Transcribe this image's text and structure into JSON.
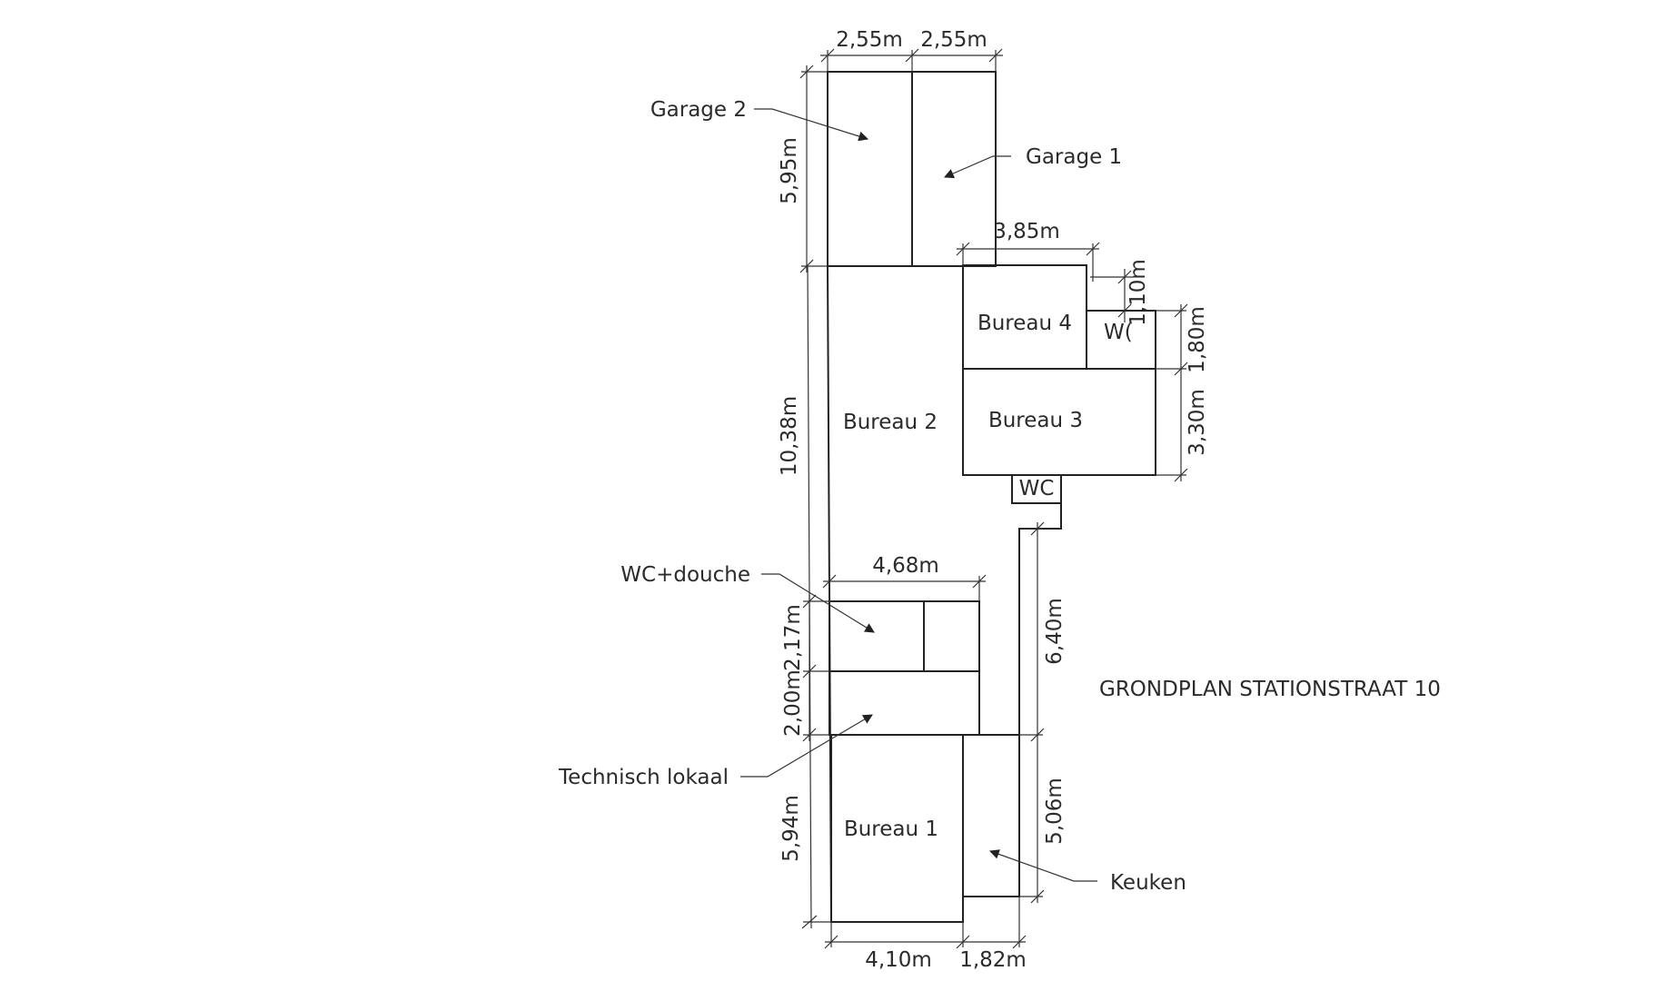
{
  "plan": {
    "title": "GRONDPLAN STATIONSTRAAT 10",
    "rooms": {
      "bureau_1": "Bureau 1",
      "bureau_2": "Bureau 2",
      "bureau_3": "Bureau 3",
      "bureau_4": "Bureau 4",
      "wc_small": "W(",
      "wc_lower": "WC"
    },
    "callouts": {
      "garage_2": "Garage 2",
      "garage_1": "Garage 1",
      "wc_douche": "WC+douche",
      "technisch_lokaal": "Technisch lokaal",
      "keuken": "Keuken"
    },
    "dimensions": {
      "garage_2_width": "2,55m",
      "garage_1_width": "2,55m",
      "garage_depth": "5,95m",
      "bureau_4_width": "3,85m",
      "wc_depth": "1,10m",
      "bureau_4_depth": "1,80m",
      "bureau_3_depth": "3,30m",
      "bureau_2_depth": "10,38m",
      "wc_douche_width": "4,68m",
      "wc_douche_depth": "2,17m",
      "technisch_depth": "2,00m",
      "corridor_depth": "6,40m",
      "bureau_1_depth": "5,94m",
      "keuken_depth": "5,06m",
      "bureau_1_width": "4,10m",
      "keuken_width": "1,82m"
    }
  }
}
